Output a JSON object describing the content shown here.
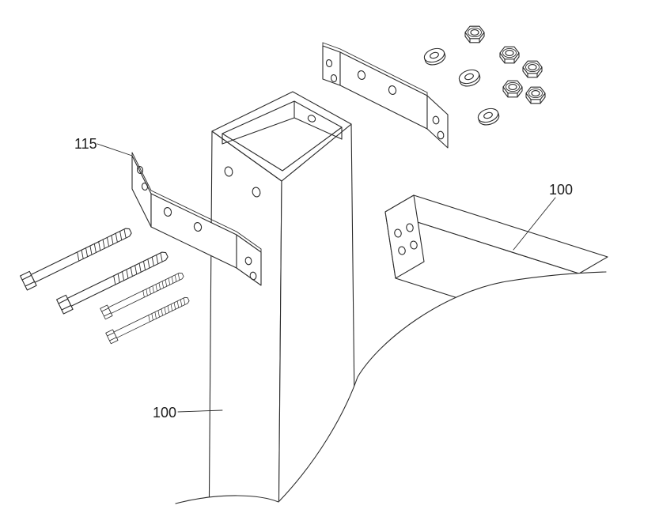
{
  "figure": {
    "background_color": "#ffffff",
    "line_color": "#2b2b2b",
    "labels": {
      "bracket": "115",
      "beam": "100",
      "column": "100"
    }
  }
}
